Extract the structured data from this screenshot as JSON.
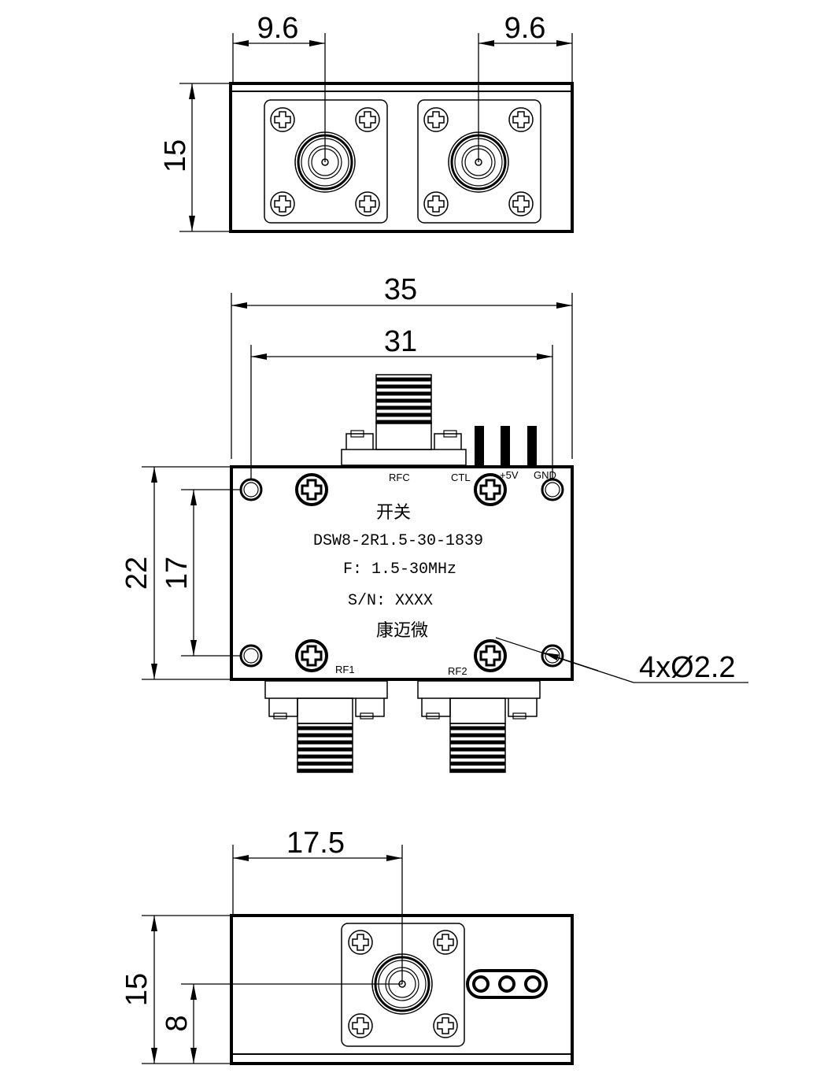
{
  "top_view": {
    "dim_left": "9.6",
    "dim_right": "9.6",
    "dim_height": "15"
  },
  "middle_view": {
    "dim_width_outer": "35",
    "dim_width_holes": "31",
    "dim_height_outer": "22",
    "dim_height_holes": "17",
    "hole_callout": "4xØ2.2",
    "labels": {
      "rfc": "RFC",
      "ctl": "CTL",
      "v5": "+5V",
      "gnd": "GND",
      "rf1": "RF1",
      "rf2": "RF2"
    },
    "product_title": "开关",
    "model": "DSW8-2R1.5-30-1839",
    "frequency": "F: 1.5-30MHz",
    "serial": "S/N: XXXX",
    "brand": "康迈微"
  },
  "bottom_view": {
    "dim_offset": "17.5",
    "dim_height": "15",
    "dim_center": "8"
  },
  "colors": {
    "line": "#000000",
    "background": "#ffffff"
  }
}
